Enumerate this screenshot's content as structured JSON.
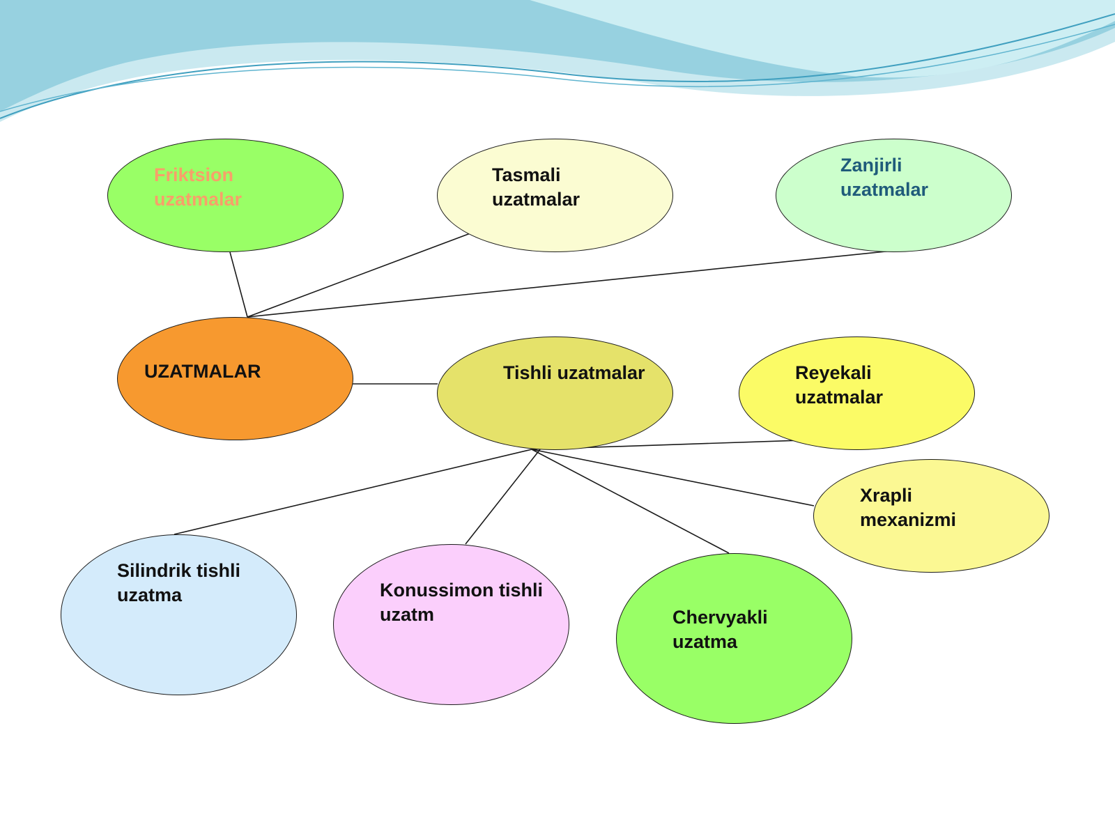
{
  "colors": {
    "uzatmalar": "#f7992f",
    "friktsion": "#99ff66",
    "tasmali": "#fbfcd2",
    "zanjirli": "#ccffcc",
    "tishli": "#e5e26a",
    "reyekali": "#fbfb66",
    "xrapli": "#fbf893",
    "silindrik": "#d4ebfb",
    "konussimon": "#fbcffc",
    "chervyakli": "#99ff66",
    "friktsion_text": "#f7a06a",
    "zanjirli_text": "#1f5b7a",
    "wave_dark": "#6fb8cf",
    "wave_light": "#b9e3ea"
  },
  "nodes": {
    "uzatmalar": "UZATMALAR",
    "friktsion": "Friktsion\nuzatmalar",
    "tasmali": "Tasmali\nuzatmalar",
    "zanjirli": "Zanjirli\nuzatmalar",
    "tishli": "Tishli uzatmalar",
    "reyekali": "Reyekali\nuzatmalar",
    "xrapli": "Xrapli\nmexanizmi",
    "silindrik": "Silindrik tishli\nuzatma",
    "konussimon": "Konussimon tishli\nuzatm",
    "chervyakli": "Chervyakli\nuzatma"
  }
}
